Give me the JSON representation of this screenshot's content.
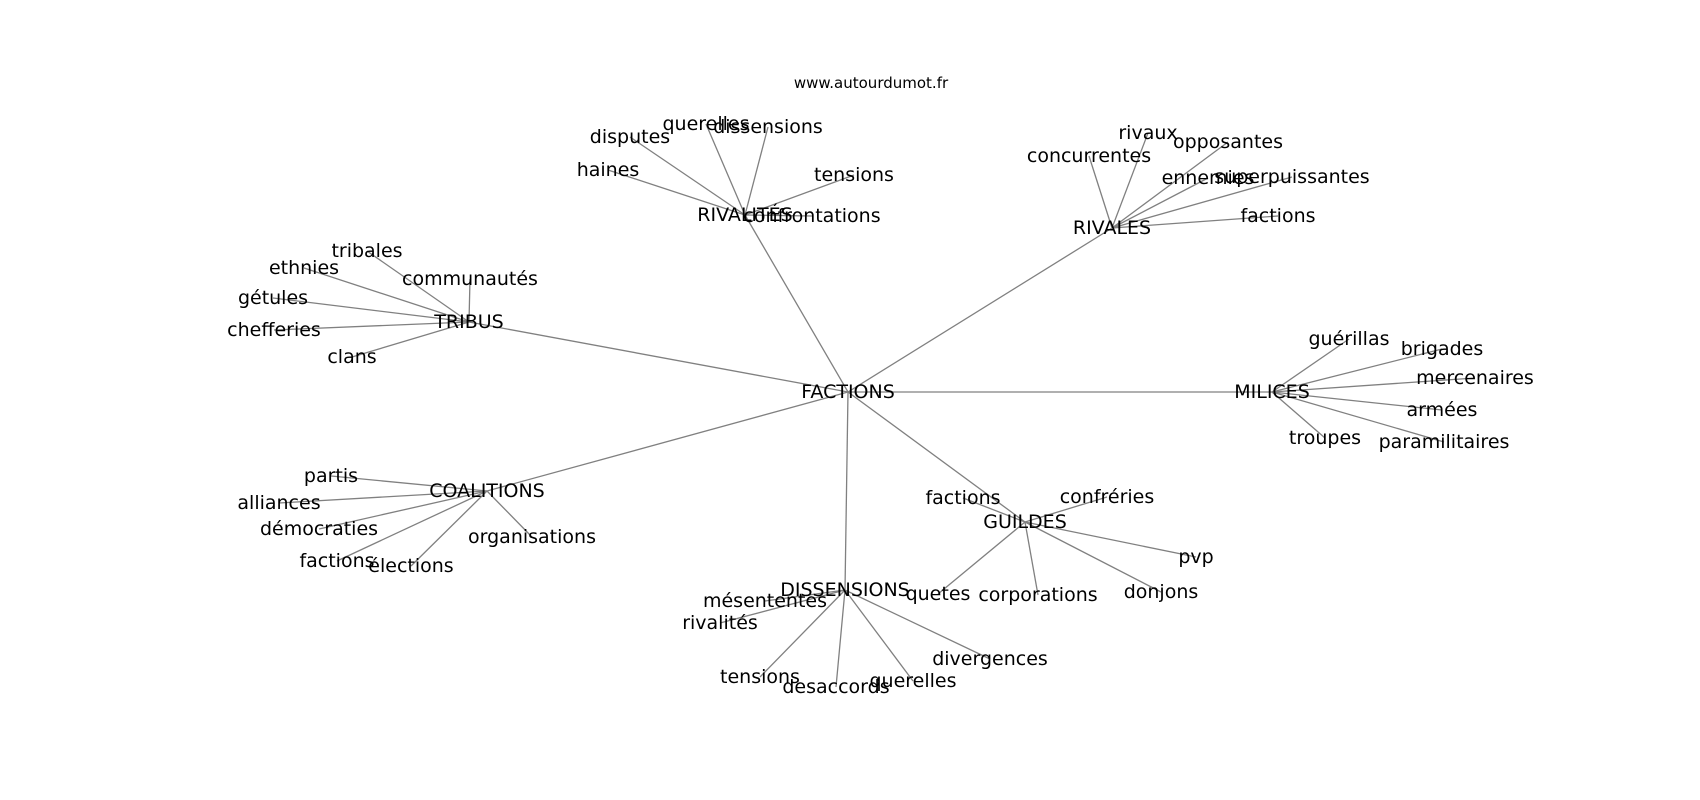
{
  "header": {
    "site": "www.autourdumot.fr"
  },
  "graph": {
    "center": "FACTIONS",
    "clusters": [
      {
        "hub": "RIVALITÉS",
        "words": [
          "disputes",
          "querelles",
          "dissensions",
          "haines",
          "tensions",
          "confrontations"
        ]
      },
      {
        "hub": "RIVALES",
        "words": [
          "rivaux",
          "opposantes",
          "concurrentes",
          "ennemies",
          "superpuissantes",
          "factions"
        ]
      },
      {
        "hub": "TRIBUS",
        "words": [
          "tribales",
          "ethnies",
          "communautés",
          "gétules",
          "chefferies",
          "clans"
        ]
      },
      {
        "hub": "MILICES",
        "words": [
          "guérillas",
          "brigades",
          "mercenaires",
          "armées",
          "troupes",
          "paramilitaires"
        ]
      },
      {
        "hub": "COALITIONS",
        "words": [
          "partis",
          "alliances",
          "démocraties",
          "factions",
          "élections",
          "organisations"
        ]
      },
      {
        "hub": "GUILDES",
        "words": [
          "factions",
          "confréries",
          "pvp",
          "quetes",
          "corporations",
          "donjons"
        ]
      },
      {
        "hub": "DISSENSIONS",
        "words": [
          "mésententes",
          "rivalités",
          "divergences",
          "tensions",
          "desaccords",
          "querelles"
        ]
      }
    ]
  }
}
